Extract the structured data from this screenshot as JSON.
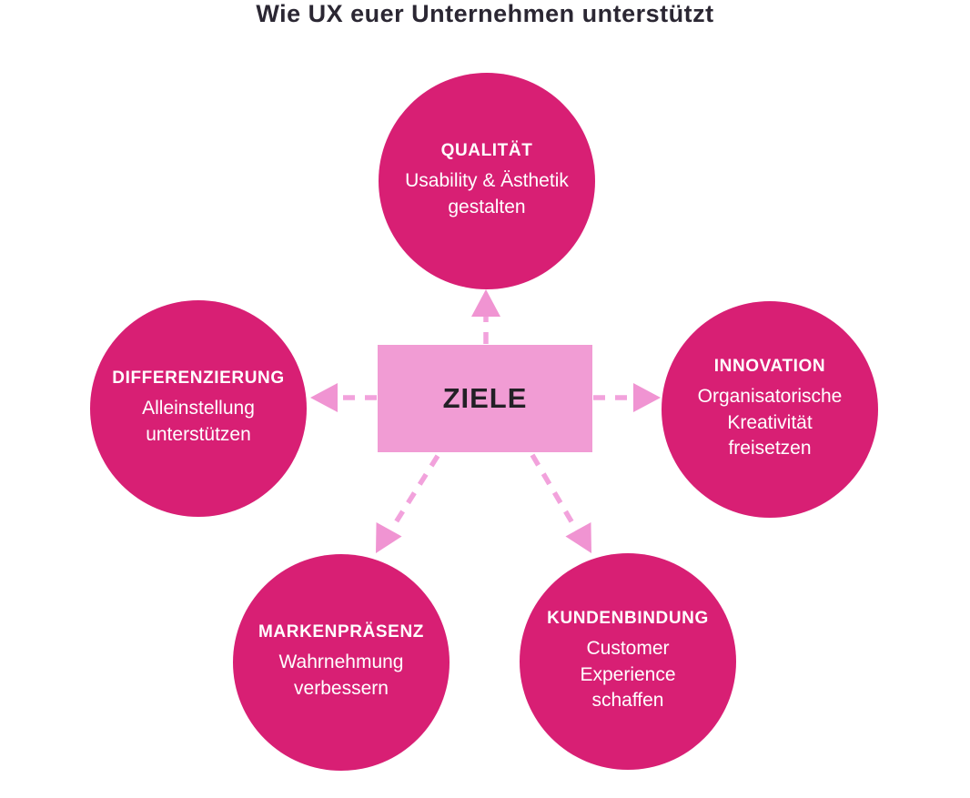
{
  "title": "Wie UX euer Unternehmen unterstützt",
  "center": {
    "label": "ZIELE"
  },
  "nodes": [
    {
      "id": "qualitaet",
      "heading": "QUALITÄT",
      "body": "Usability & Ästhetik\ngestalten"
    },
    {
      "id": "differenzierung",
      "heading": "DIFFERENZIERUNG",
      "body": "Alleinstellung\nunterstützen"
    },
    {
      "id": "innovation",
      "heading": "INNOVATION",
      "body": "Organisatorische\nKreativität\nfreisetzen"
    },
    {
      "id": "markenpraesenz",
      "heading": "MARKENPRÄSENZ",
      "body": "Wahrnehmung\nverbessern"
    },
    {
      "id": "kundenbindung",
      "heading": "KUNDENBINDUNG",
      "body": "Customer\nExperience\nschaffen"
    }
  ],
  "colors": {
    "circle_fill": "#d81f74",
    "circle_text": "#ffffff",
    "box_fill": "#f19cd4",
    "box_text": "#232026",
    "arrow_line": "#f2a2dc",
    "arrow_head": "#f094d2",
    "title_color": "#2b2733"
  }
}
